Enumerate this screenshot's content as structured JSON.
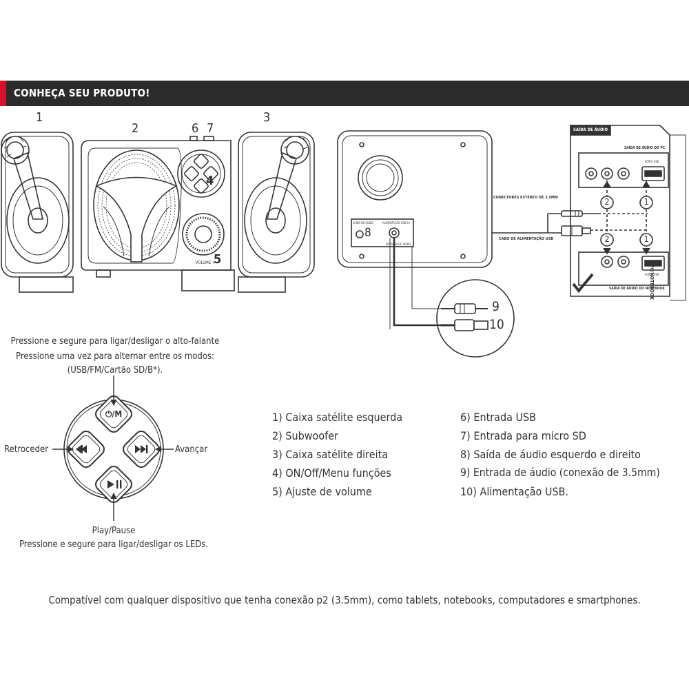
{
  "header": {
    "title": "CONHEÇA SEU PRODUTO!"
  },
  "product_numbers": {
    "n1": "1",
    "n2": "2",
    "n3": "3",
    "n4": "4",
    "n5": "5",
    "n6": "6",
    "n7": "7",
    "n8": "8",
    "n9": "9",
    "n10": "10"
  },
  "subwoofer": {
    "volume_label": "- VOLUME +"
  },
  "back_panel": {
    "stereo_connectors_label": "CONECTORES ESTÉREO DE 3,5MM",
    "usb_power_cable_label": "CABO DE ALIMENTAÇÃO USB",
    "jack_label_left": "SAÍDA DE ÁUDIO",
    "jack_label_right": "ALIMENTAÇÃO USB 5V",
    "jack_label_bottom": "ENTRADA DE ÁUDIO"
  },
  "audio_panel": {
    "title": "SAÍDA DE ÁUDIO",
    "pc_label": "SAÍDA DE ÁUDIO DO PC",
    "notebook_label": "SAÍDA DE ÁUDIO DO NOTEBOOK",
    "usb_port_label": "PORTA USB",
    "side_label": "PC/NOTEBOOK",
    "marker_1": "1",
    "marker_2": "2"
  },
  "controls": {
    "instruction_top_1": "Pressione e segure para ligar/desligar o alto-falante",
    "instruction_top_2": "Pressione uma vez para alternar entre os modos:",
    "instruction_top_3": "(USB/FM/Cartão SD/B*).",
    "power_label": "⏻/M",
    "rewind_label": "Retroceder",
    "forward_label": "Avançar",
    "play_label": "Play/Pause",
    "instruction_bottom": "Pressione e segure para ligar/desligar os LEDs."
  },
  "legend": {
    "left": [
      "1) Caixa satélite esquerda",
      "2) Subwoofer",
      "3) Caixa satélite direita",
      "4) ON/Off/Menu funções",
      "5) Ajuste de volume"
    ],
    "right": [
      "6) Entrada USB",
      "7) Entrada para micro SD",
      "8) Saída de áudio esquerdo e direito",
      "9) Entrada de áudio (conexão de 3.5mm)",
      "10) Alimentação USB."
    ]
  },
  "footer": {
    "text": "Compatível com qualquer dispositivo que tenha conexão p2 (3.5mm), como tablets, notebooks, computadores e smartphones."
  }
}
